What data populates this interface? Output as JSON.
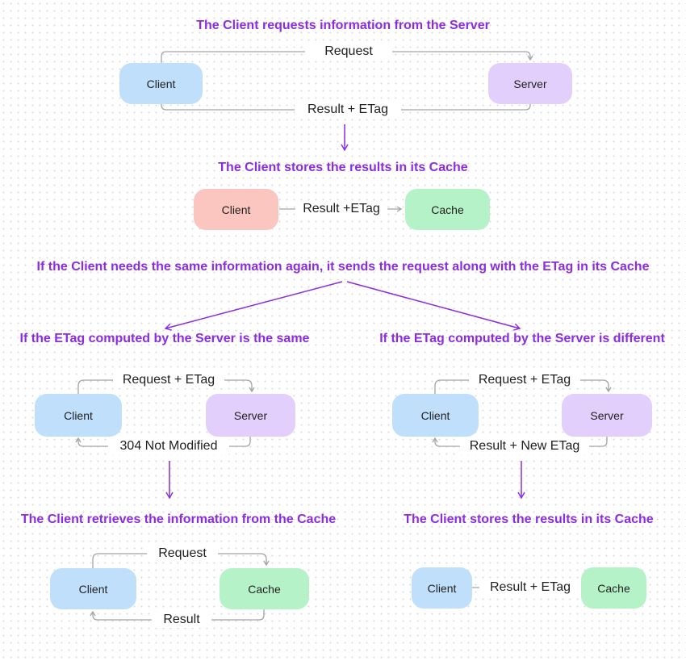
{
  "headings": {
    "h1": "The Client requests information from the Server",
    "h2": "The Client stores the results in its Cache",
    "h3": "If the Client needs the same information again, it sends the request along with the ETag in its Cache",
    "h4_left": "If the ETag computed by the Server is the same",
    "h4_right": "If the ETag computed by the Server is different",
    "h5_left": "The Client retrieves the information from the Cache",
    "h5_right": "The Client stores the results in its Cache"
  },
  "nodes": {
    "client": "Client",
    "server": "Server",
    "cache": "Cache"
  },
  "edges": {
    "d1_top": "Request",
    "d1_bottom": "Result + ETag",
    "d2": "Result +ETag",
    "d3_top": "Request + ETag",
    "d3_bottom": "304 Not Modified",
    "d4_top": "Request + ETag",
    "d4_bottom": "Result + New ETag",
    "d5_top": "Request",
    "d5_bottom": "Result",
    "d6": "Result + ETag"
  },
  "colors": {
    "accent_purple": "#8b2be2",
    "client_blue": "#bfdffb",
    "client_pink": "#fbc6c0",
    "server_purple": "#e3cffb",
    "cache_green": "#b6f2c7",
    "connector_gray": "#a3a3a3"
  }
}
